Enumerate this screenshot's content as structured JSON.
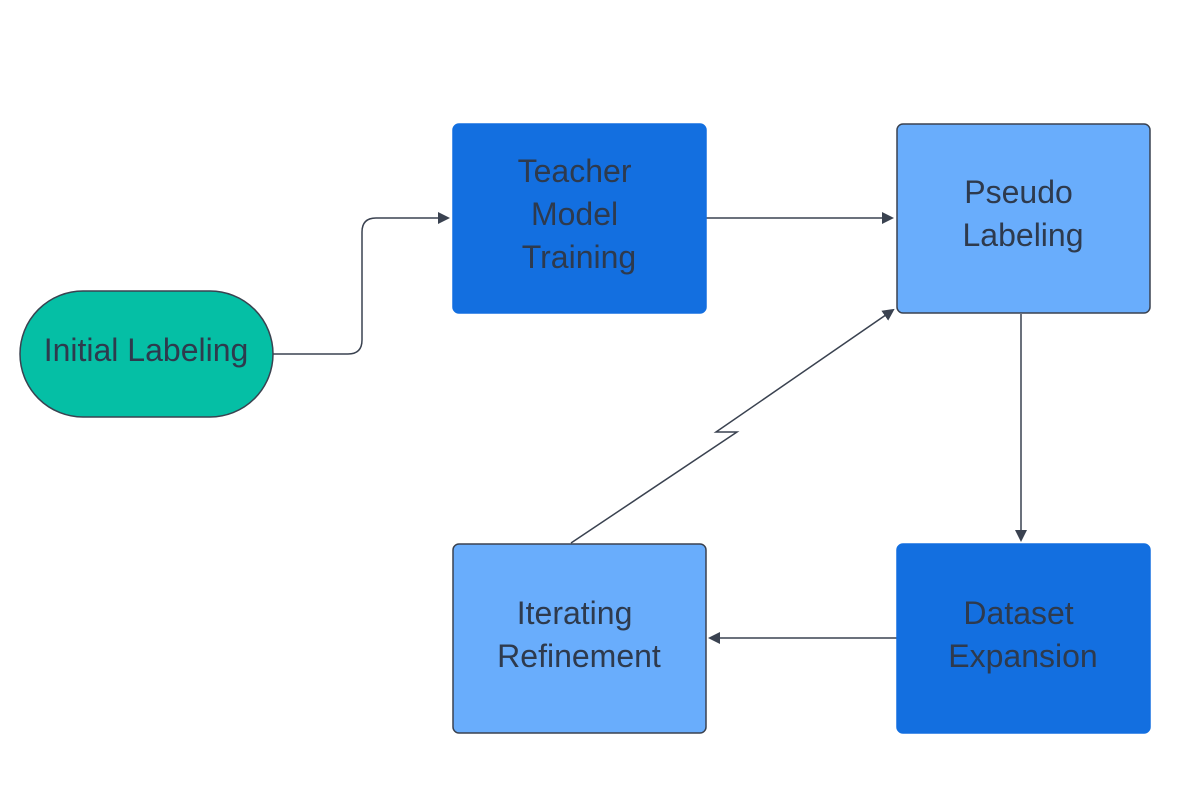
{
  "nodes": {
    "initial": {
      "lines": [
        "Initial Labeling"
      ],
      "fill": "#05bfa5"
    },
    "teacher": {
      "lines": [
        "Teacher",
        "Model",
        "Training"
      ],
      "fill": "#136fe0"
    },
    "pseudo": {
      "lines": [
        "Pseudo",
        "Labeling"
      ],
      "fill": "#69adfc"
    },
    "iterating": {
      "lines": [
        "Iterating",
        "Refinement"
      ],
      "fill": "#69adfc"
    },
    "dataset": {
      "lines": [
        "Dataset",
        "Expansion"
      ],
      "fill": "#136fe0"
    }
  },
  "colors": {
    "stroke": "#3a4250",
    "text": "#2e3a4d",
    "background": "#ffffff"
  }
}
